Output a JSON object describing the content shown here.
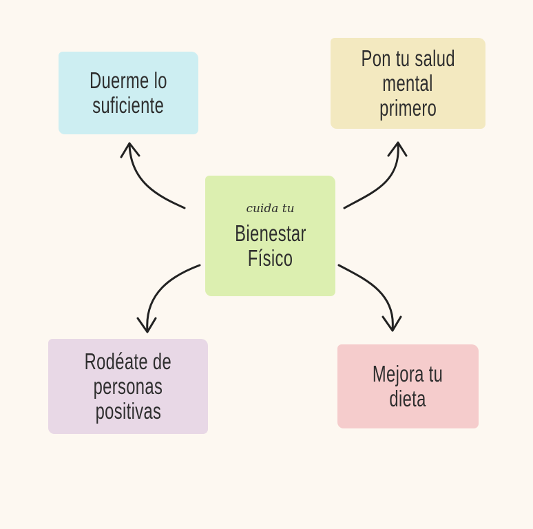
{
  "center": {
    "subtitle": "cuida tu",
    "title_line1": "Bienestar",
    "title_line2": "Físico",
    "color": "#dcefb0"
  },
  "nodes": [
    {
      "lines": [
        "Duerme lo",
        "suficiente"
      ],
      "color": "#cdeef2"
    },
    {
      "lines": [
        "Pon tu salud",
        "mental",
        "primero"
      ],
      "color": "#f3e9c0"
    },
    {
      "lines": [
        "Rodéate de",
        "personas",
        "positivas"
      ],
      "color": "#e8d8e6"
    },
    {
      "lines": [
        "Mejora tu",
        "dieta"
      ],
      "color": "#f5cccc"
    }
  ]
}
